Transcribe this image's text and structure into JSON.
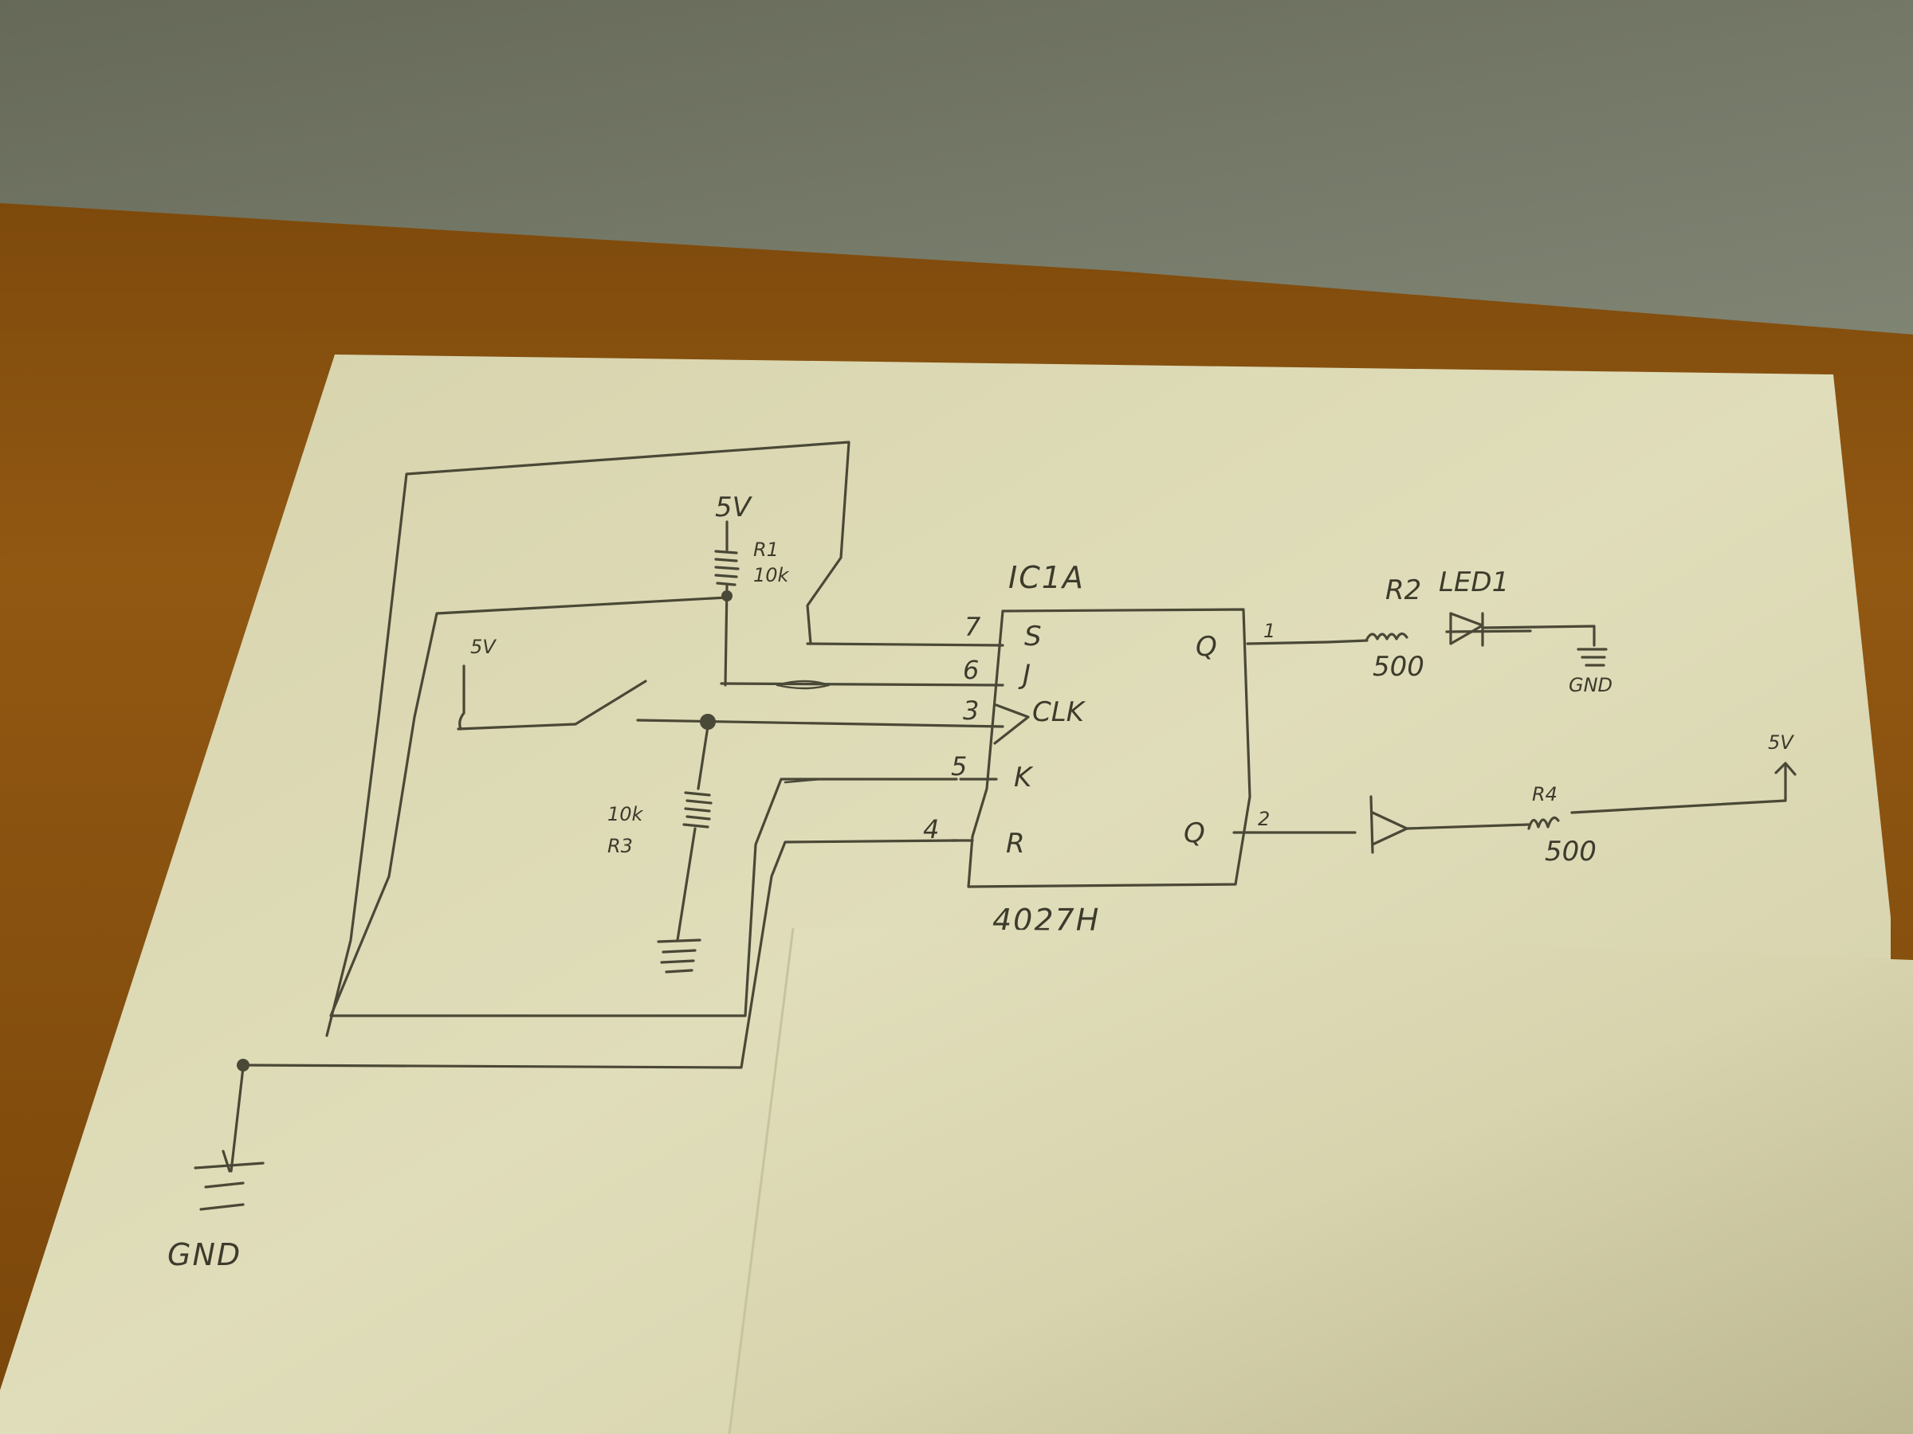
{
  "scene": {
    "description": "Photo of a hand-drawn circuit schematic on paper lying on a wooden table; a blank sheet of paper overlaps the lower-right portion",
    "colors": {
      "wall": "#6b6e5e",
      "wall_light": "#7c8070",
      "table": "#8a5410",
      "table_dark": "#6e4008",
      "paper": "#d9d6b0",
      "paper_light": "#e3e1bf",
      "blank_sheet": "#dcd9b4",
      "pencil": "#4a4836"
    }
  },
  "schematic": {
    "ic": {
      "designator": "IC1A",
      "part_number": "4027H",
      "pins_left": [
        {
          "number": "7",
          "name": "S"
        },
        {
          "number": "6",
          "name": "J"
        },
        {
          "number": "3",
          "name": "CLK"
        },
        {
          "number": "5",
          "name": "K"
        },
        {
          "number": "4",
          "name": "R"
        }
      ],
      "pins_right": [
        {
          "number": "1",
          "name": "Q"
        },
        {
          "number": "2",
          "name": "Q"
        }
      ]
    },
    "r1": {
      "designator": "R1",
      "value": "10k",
      "supply": "5V"
    },
    "switch": {
      "supply": "5V"
    },
    "r3": {
      "designator": "R3",
      "value": "10k"
    },
    "r2": {
      "designator": "R2",
      "value": "500"
    },
    "led1": {
      "designator": "LED1"
    },
    "gnd_right": {
      "label": "GND"
    },
    "r4": {
      "designator": "R4",
      "value": "500"
    },
    "supply_right": {
      "label": "5V"
    },
    "gnd_left": {
      "label": "GND"
    }
  }
}
